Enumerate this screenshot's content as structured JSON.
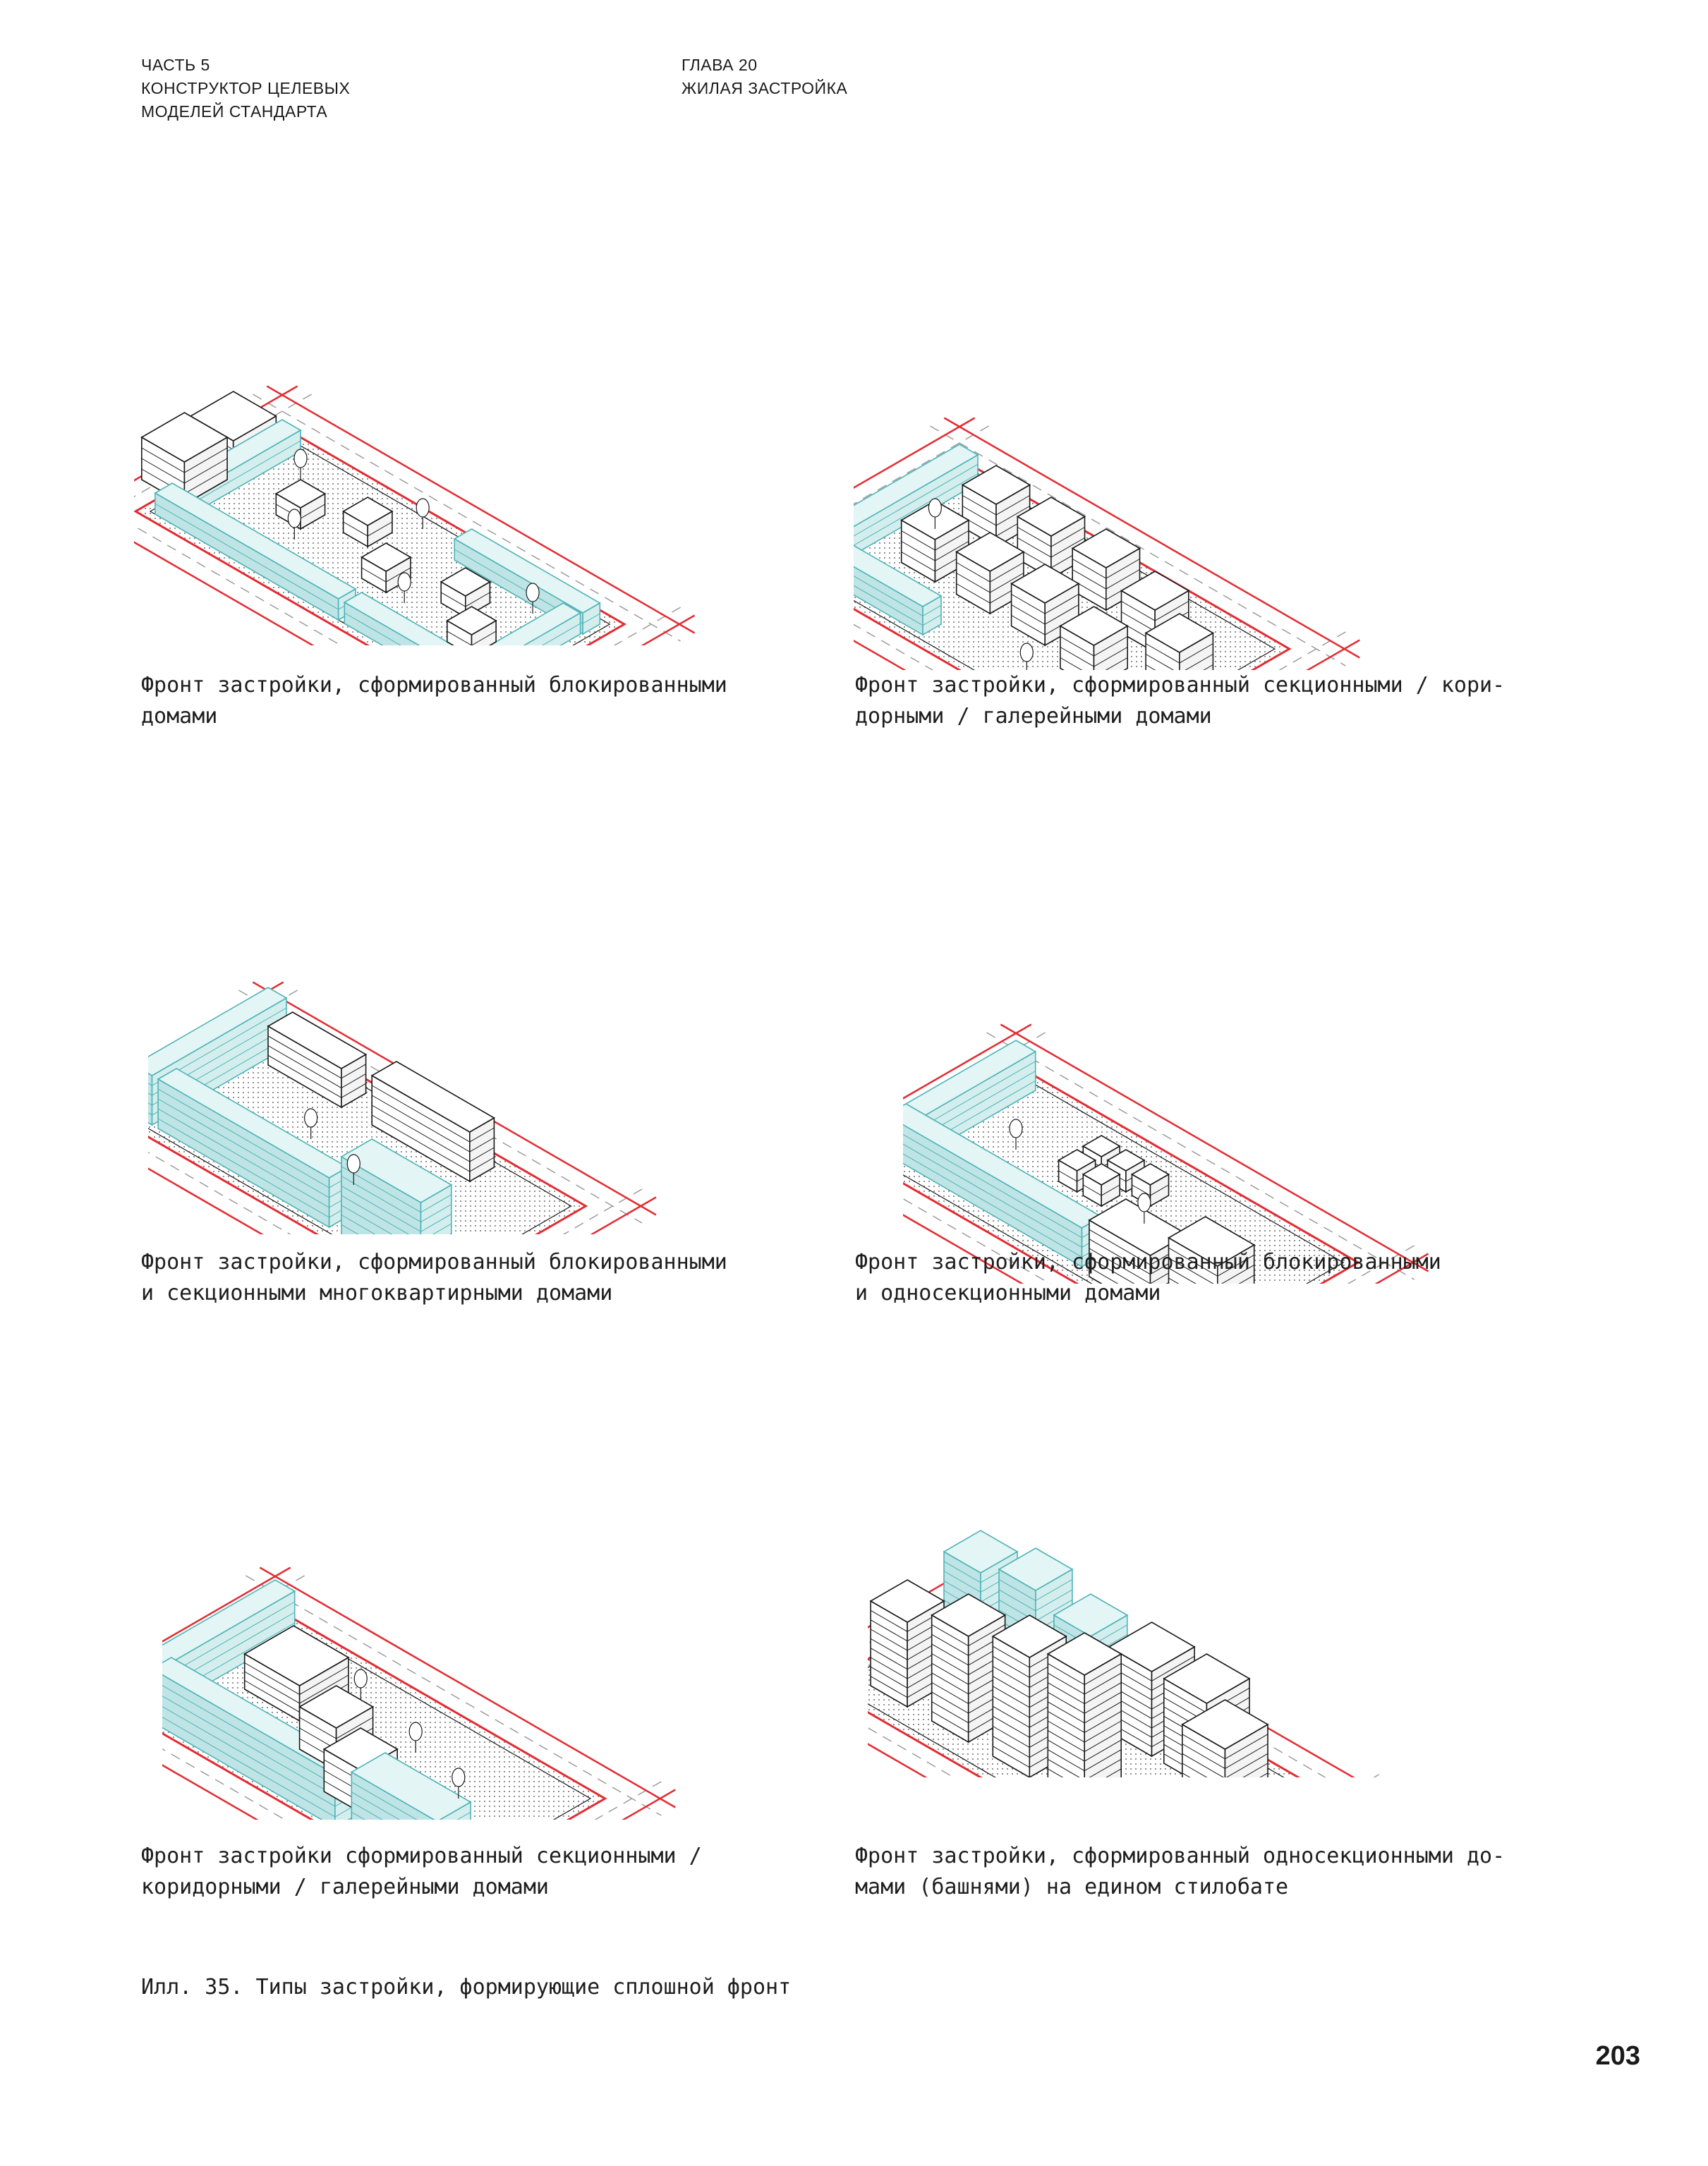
{
  "header": {
    "left": [
      "ЧАСТЬ 5",
      "КОНСТРУКТОР ЦЕЛЕВЫХ",
      "МОДЕЛЕЙ СТАНДАРТА"
    ],
    "right": [
      "ГЛАВА 20",
      "ЖИЛАЯ ЗАСТРОЙКА"
    ]
  },
  "colors": {
    "red_line": "#e32b32",
    "teal_fill": "#bfe4e5",
    "teal_stroke": "#4fb3b7",
    "ink": "#1a1a1a",
    "road": "#9a9a9a"
  },
  "figures": [
    {
      "caption": [
        "Фронт застройки, сформированный блокированными",
        "домами"
      ],
      "icon": "isometric-block-houses-icon"
    },
    {
      "caption": [
        "Фронт застройки, сформированный секционными / кори-",
        "дорными / галерейными домами"
      ],
      "icon": "isometric-section-houses-icon"
    },
    {
      "caption": [
        "Фронт застройки, сформированный блокированными",
        "и секционными многоквартирными домами"
      ],
      "icon": "isometric-mixed-block-section-icon"
    },
    {
      "caption": [
        "Фронт застройки, сформированный блокированными",
        "и односекционными домами"
      ],
      "icon": "isometric-block-single-section-icon"
    },
    {
      "caption": [
        "Фронт застройки сформированный секционными /",
        "коридорными / галерейными домами"
      ],
      "icon": "isometric-corridor-gallery-icon"
    },
    {
      "caption": [
        "Фронт застройки, сформированный односекционными до-",
        "мами (башнями) на едином стилобате"
      ],
      "icon": "isometric-towers-stylobate-icon"
    }
  ],
  "illustration_caption": "Илл. 35. Типы застройки, формирующие сплошной фронт",
  "page_number": "203"
}
